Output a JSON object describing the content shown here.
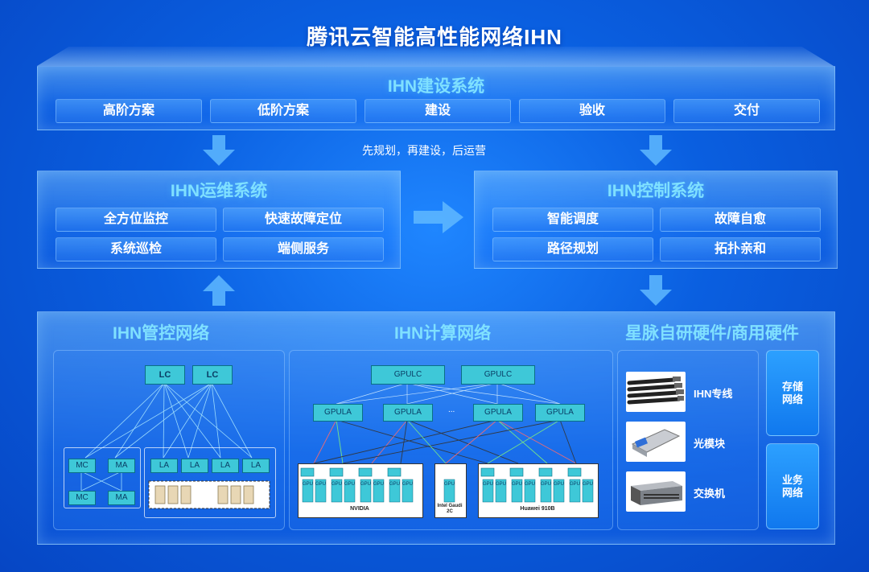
{
  "title": "腾讯云智能高性能网络IHN",
  "build": {
    "title": "IHN建设系统",
    "items": [
      "高阶方案",
      "低阶方案",
      "建设",
      "验收",
      "交付"
    ]
  },
  "flow_note": "先规划，再建设，后运营",
  "ops": {
    "title": "IHN运维系统",
    "items": [
      "全方位监控",
      "快速故障定位",
      "系统巡检",
      "端侧服务"
    ]
  },
  "control": {
    "title": "IHN控制系统",
    "items": [
      "智能调度",
      "故障自愈",
      "路径规划",
      "拓扑亲和"
    ]
  },
  "mgmt": {
    "title": "IHN管控网络",
    "lc": [
      "LC",
      "LC"
    ],
    "mc": [
      "MC",
      "MC"
    ],
    "ma": [
      "MA",
      "MA"
    ],
    "la": [
      "LA",
      "LA",
      "LA",
      "LA"
    ]
  },
  "compute": {
    "title": "IHN计算网络",
    "gpulc": [
      "GPULC",
      "GPULC"
    ],
    "gpula": [
      "GPULA",
      "GPULA",
      "GPULA",
      "GPULA"
    ],
    "ellipsis": "...",
    "gpu_glyph": "GPU",
    "vendors": [
      "NVIDIA",
      "Intel Gaudi 2C",
      "Huawei 910B"
    ]
  },
  "hardware": {
    "title": "星脉自研硬件/商用硬件",
    "items": [
      "IHN专线",
      "光模块",
      "交换机"
    ],
    "side": [
      "存储网络",
      "业务网络"
    ]
  },
  "colors": {
    "accent_title": "#7fe0ff",
    "node_fill": "#3ec8d8",
    "node_border": "#0b6f86"
  }
}
